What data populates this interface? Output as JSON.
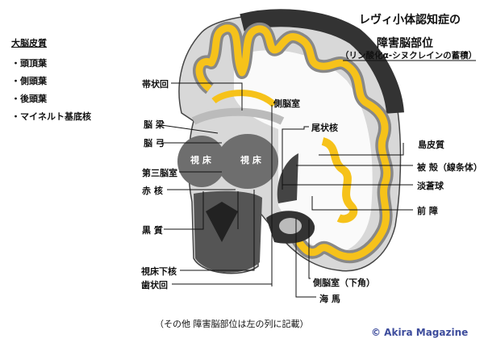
{
  "title": {
    "line1": "レヴィ小体認知症の",
    "line2": "障害脳部位",
    "subtitle": "（リン酸化α-シヌクレインの蓄積）"
  },
  "left_list": {
    "heading": "大脳皮質",
    "items": [
      "・頭頂葉",
      "・側頭葉",
      "・後頭葉",
      "・マイネルト基底核"
    ]
  },
  "labels": {
    "cingulate": "帯状回",
    "lateral_ventricle": "側脳室",
    "corpus_callosum": "脳 梁",
    "caudate": "尾状核",
    "fornix": "脳 弓",
    "insula": "島皮質",
    "thalamus_left": "視 床",
    "thalamus_right": "視 床",
    "third_ventricle": "第三脳室",
    "putamen": "被 殻（線条体）",
    "globus_pallidus": "淡蒼球",
    "red_nucleus": "赤 核",
    "claustrum": "前 障",
    "substantia_nigra": "黒 質",
    "subthalamic": "視床下核",
    "dentate_gyrus": "歯状回",
    "inferior_horn": "側脳室（下角）",
    "hippocampus": "海 馬"
  },
  "footer": "（その他 障害脳部位は左の列に記載）",
  "copyright": "© Akira Magazine",
  "colors": {
    "highlight": "#f6c21a",
    "copyright": "#3d4c9c"
  }
}
